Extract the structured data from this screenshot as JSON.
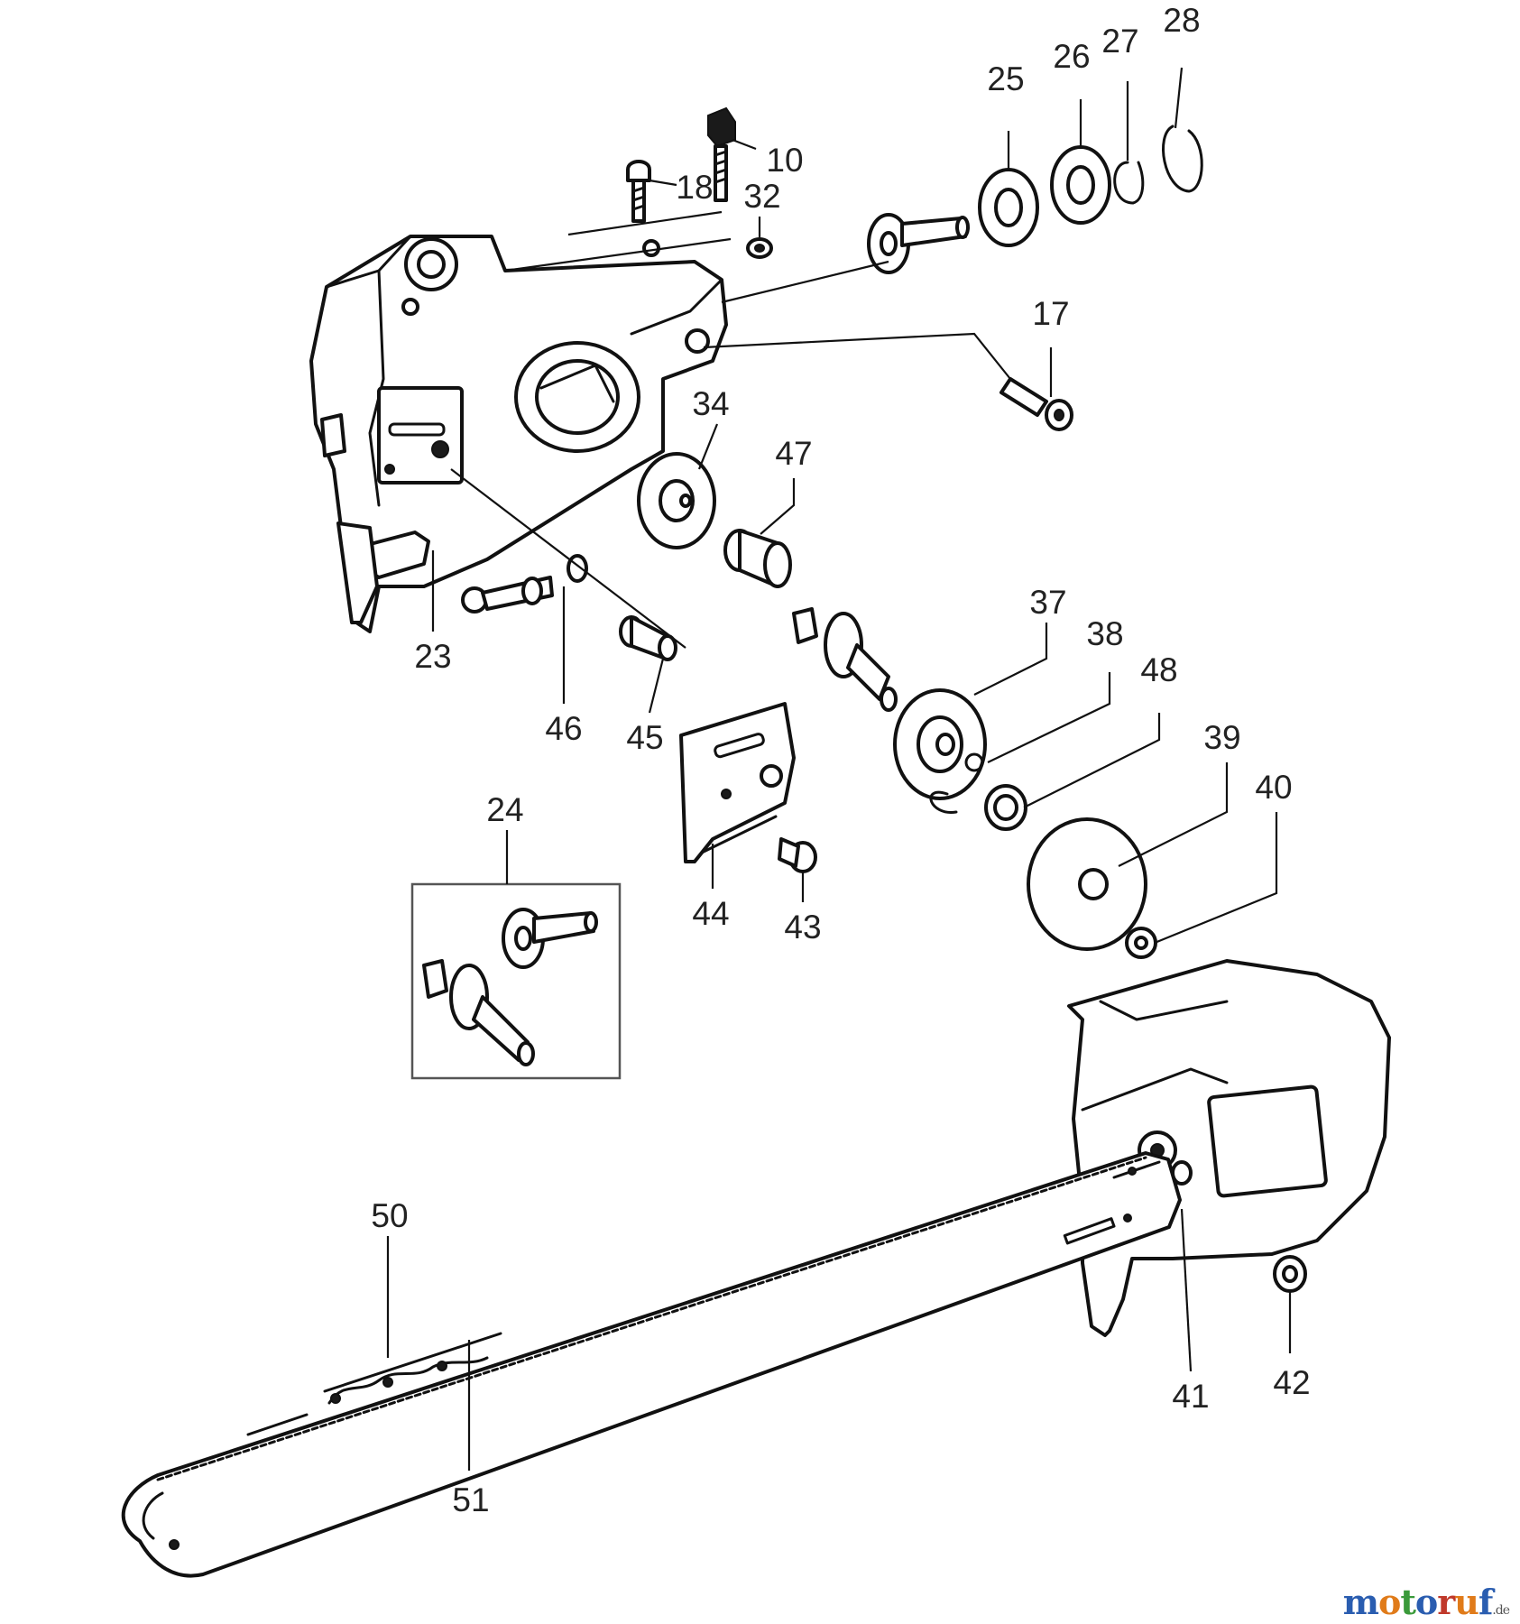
{
  "diagram": {
    "callouts": [
      {
        "key": "p10",
        "label": "10"
      },
      {
        "key": "p17",
        "label": "17"
      },
      {
        "key": "p18",
        "label": "18"
      },
      {
        "key": "p23",
        "label": "23"
      },
      {
        "key": "p24",
        "label": "24"
      },
      {
        "key": "p25",
        "label": "25"
      },
      {
        "key": "p26",
        "label": "26"
      },
      {
        "key": "p27",
        "label": "27"
      },
      {
        "key": "p28",
        "label": "28"
      },
      {
        "key": "p32",
        "label": "32"
      },
      {
        "key": "p34",
        "label": "34"
      },
      {
        "key": "p37",
        "label": "37"
      },
      {
        "key": "p38",
        "label": "38"
      },
      {
        "key": "p39",
        "label": "39"
      },
      {
        "key": "p40",
        "label": "40"
      },
      {
        "key": "p41",
        "label": "41"
      },
      {
        "key": "p42",
        "label": "42"
      },
      {
        "key": "p43",
        "label": "43"
      },
      {
        "key": "p44",
        "label": "44"
      },
      {
        "key": "p45",
        "label": "45"
      },
      {
        "key": "p46",
        "label": "46"
      },
      {
        "key": "p47",
        "label": "47"
      },
      {
        "key": "p48",
        "label": "48"
      },
      {
        "key": "p50",
        "label": "50"
      },
      {
        "key": "p51",
        "label": "51"
      }
    ]
  },
  "watermark": {
    "letters": [
      "m",
      "o",
      "t",
      "o",
      "r",
      "u",
      "f"
    ],
    "letter_colors": [
      "#2a5db0",
      "#e07b1a",
      "#3a9a3a",
      "#2a5db0",
      "#c0392b",
      "#e07b1a",
      "#2a5db0"
    ],
    "tld": ".de"
  }
}
